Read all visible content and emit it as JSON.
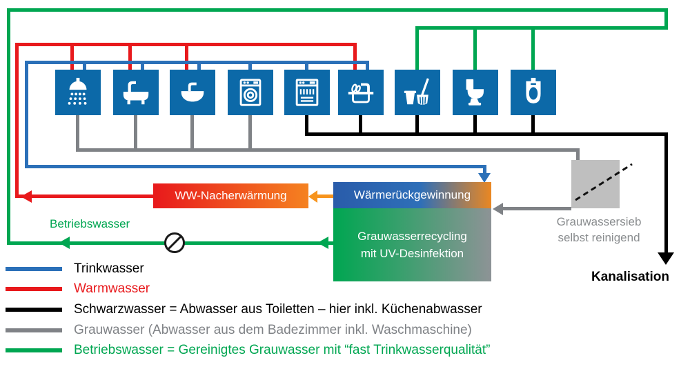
{
  "diagram": {
    "fixtures": [
      {
        "id": "shower",
        "icon": "shower-icon"
      },
      {
        "id": "bathtub",
        "icon": "bathtub-icon"
      },
      {
        "id": "washbasin",
        "icon": "washbasin-icon"
      },
      {
        "id": "washing-machine",
        "icon": "washing-machine-icon"
      },
      {
        "id": "dishwasher",
        "icon": "dishwasher-icon"
      },
      {
        "id": "kitchen-sink",
        "icon": "kitchen-sink-icon"
      },
      {
        "id": "mop-bucket",
        "icon": "mop-bucket-icon"
      },
      {
        "id": "toilet",
        "icon": "toilet-icon"
      },
      {
        "id": "urinal",
        "icon": "urinal-icon"
      }
    ],
    "boxes": {
      "ww_nacherwaermung": "WW-Nacherwärmung",
      "waermerueckgewinnung": "Wärmerückgewinnung",
      "grauwasserrecycling_line1": "Grauwasserrecycling",
      "grauwasserrecycling_line2": "mit UV-Desinfektion"
    },
    "labels": {
      "betriebswasser": "Betriebswasser",
      "grauwassersieb_line1": "Grauwassersieb",
      "grauwassersieb_line2": "selbst reinigend",
      "kanalisation": "Kanalisation"
    }
  },
  "legend": {
    "items": [
      {
        "label": "Trinkwasser",
        "color": "#2b70b8"
      },
      {
        "label": "Warmwasser",
        "color": "#e8191c"
      },
      {
        "label": "Schwarzwasser = Abwasser aus Toiletten – hier inkl. Küchenabwasser",
        "color": "#000000"
      },
      {
        "label": "Grauwasser (Abwasser aus dem Badezimmer inkl. Waschmaschine)",
        "color": "#7f8286"
      },
      {
        "label": "Betriebswasser = Gereinigtes Grauwasser mit “fast Trinkwasserqualität”",
        "color": "#00a651"
      }
    ]
  },
  "colors": {
    "trinkwasser_blue": "#2b70b8",
    "warmwasser_red": "#e8191c",
    "schwarzwasser_black": "#000000",
    "grauwasser_gray": "#7f8286",
    "betriebswasser_green": "#00a651",
    "orange": "#f7941d",
    "fixture_tile_blue": "#0c69a8",
    "sieve_gray": "#bfbfbf"
  }
}
